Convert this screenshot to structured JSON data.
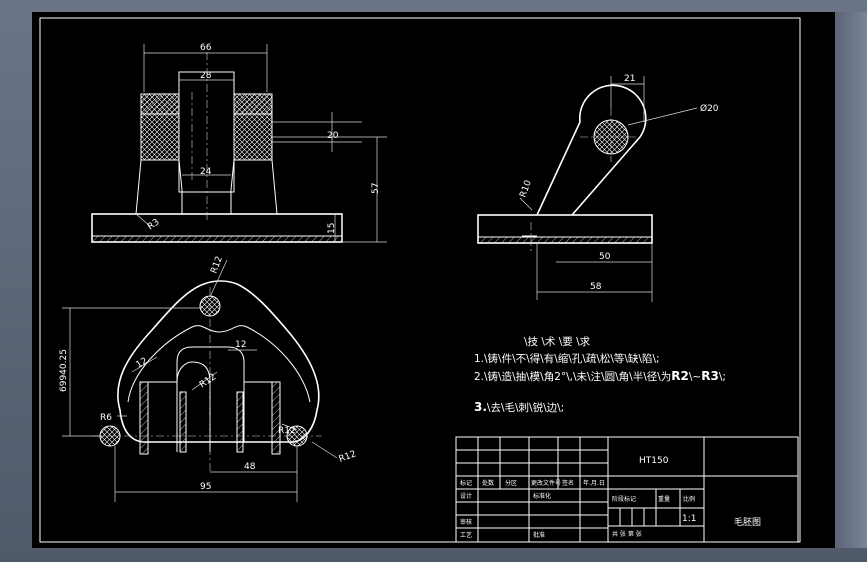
{
  "dimensions": {
    "front_width": "66",
    "front_bore": "28",
    "front_inner": "24",
    "front_hole": "20",
    "front_height": "57",
    "front_base": "15",
    "front_fillet": "R3",
    "side_width": "21",
    "side_hole": "Ø20",
    "side_fillet": "R10",
    "side_len1": "50",
    "side_len2": "58",
    "top_r12_top": "R12",
    "top_height": "69940.25",
    "top_t1": "12",
    "top_t2": "12",
    "top_r12_mid": "R12",
    "top_r6": "R6",
    "top_r12_right": "R12",
    "top_r12_edge": "R12",
    "top_span": "48",
    "top_total": "95"
  },
  "requirements": {
    "title": "\\技 \\术 \\要 \\求",
    "line1": "1.\\铸\\件\\不\\得\\有\\缩\\孔\\疏\\松\\等\\缺\\陷\\;",
    "line2_prefix": "2.\\铸\\造\\抽\\模\\角2°\\,\\未\\注\\圆\\角\\半\\径\\为",
    "line2_r2": "R2",
    "line2_sep": "\\~",
    "line2_r3": "R3",
    "line2_end": "\\;",
    "line3_num": "3.",
    "line3": "\\去\\毛\\刺\\锐\\边\\;"
  },
  "title_block": {
    "material": "HT150",
    "scale": "1:1",
    "drawing_name": "毛胚图",
    "r_biaoji": "标记",
    "r_chushu": "处数",
    "r_fenqu": "分区",
    "r_wenjian": "更改文件号",
    "r_qianming": "签名",
    "r_date": "年.月.日",
    "r_sheji": "设计",
    "r_biaozhunhua": "标准化",
    "r_shenhe": "审核",
    "r_gongyi": "工艺",
    "r_pizhun": "批准",
    "r_jieduan": "阶段标记",
    "r_zhongliang": "重量",
    "r_bili": "比例",
    "r_zhang": "共 张 第 张"
  }
}
